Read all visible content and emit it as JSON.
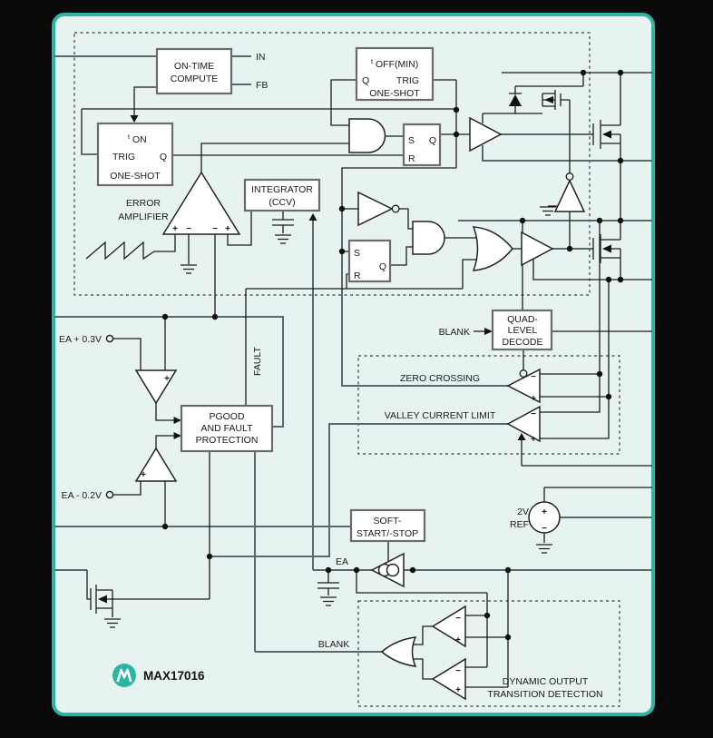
{
  "chip": {
    "part": "MAX17016",
    "logo_glyph": "M"
  },
  "io": {
    "in": "IN",
    "fb": "FB"
  },
  "blocks": {
    "on_time": {
      "line1": "ON-TIME",
      "line2": "COMPUTE"
    },
    "ton": {
      "sup": "t",
      "name": "ON",
      "trig": "TRIG",
      "q": "Q",
      "type": "ONE-SHOT"
    },
    "toff": {
      "sup": "t",
      "name": "OFF(MIN)",
      "trig": "TRIG",
      "q": "Q",
      "type": "ONE-SHOT"
    },
    "integrator": {
      "line1": "INTEGRATOR",
      "line2": "(CCV)"
    },
    "error_amp": {
      "line1": "ERROR",
      "line2": "AMPLIFIER"
    },
    "latch1": {
      "s": "S",
      "q": "Q",
      "r": "R"
    },
    "latch2": {
      "s": "S",
      "q": "Q",
      "r": "R"
    },
    "pgood": {
      "line1": "PGOOD",
      "line2": "AND FAULT",
      "line3": "PROTECTION"
    },
    "quad_decode": {
      "line1": "QUAD-",
      "line2": "LEVEL",
      "line3": "DECODE"
    },
    "soft_start": {
      "line1": "SOFT-",
      "line2": "START/-STOP"
    },
    "vref": {
      "line1": "2V",
      "line2": "REF"
    },
    "dynamic": {
      "line1": "DYNAMIC OUTPUT",
      "line2": "TRANSITION DETECTION"
    }
  },
  "signals": {
    "fault": "FAULT",
    "blank": "BLANK",
    "ea": "EA",
    "ea_high": "EA + 0.3V",
    "ea_low": "EA - 0.2V",
    "zero_crossing": "ZERO CROSSING",
    "valley_limit": "VALLEY CURRENT LIMIT"
  },
  "marks": {
    "plus": "+",
    "minus": "−"
  },
  "colors": {
    "accent": "#2cb5a5",
    "panel": "#e7f3f1",
    "wire": "#1c1c1c",
    "bus": "#5a6a6a"
  }
}
